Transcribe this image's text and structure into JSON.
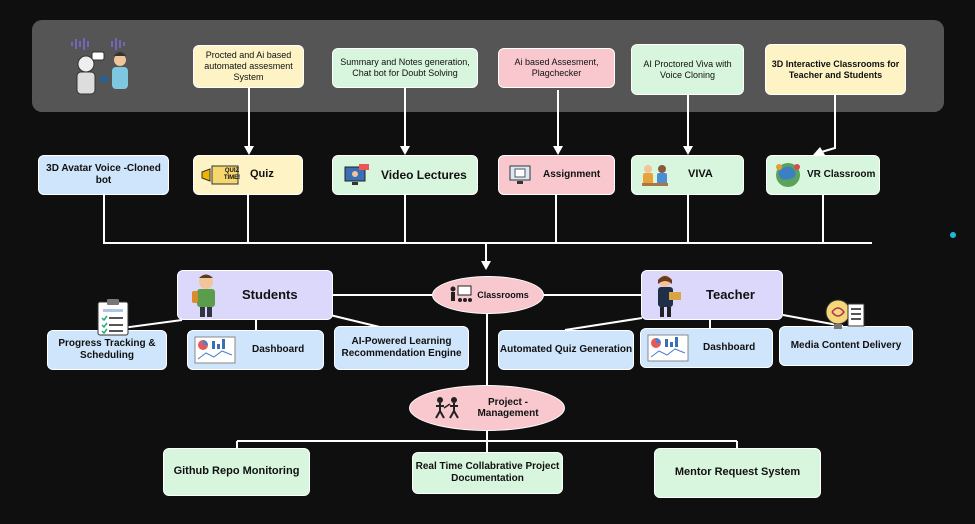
{
  "top_notes": {
    "quiz": "Procted and Ai based automated assesment System",
    "video": "Summary and Notes generation, Chat bot for Doubt Solving",
    "assignment": "Ai based Assesment, Plagchecker",
    "viva": "AI Proctored Viva with Voice Cloning",
    "vr": "3D Interactive Classrooms for Teacher and Students"
  },
  "features": {
    "avatar": "3D Avatar Voice -Cloned bot",
    "quiz": "Quiz",
    "quiz_icon_text": "QUIZ TIME!",
    "video": "Video Lectures",
    "assignment": "Assignment",
    "viva": "VIVA",
    "vr": "VR Classroom"
  },
  "hub": {
    "classrooms": "Classrooms",
    "students": "Students",
    "teacher": "Teacher",
    "project": "Project - Management"
  },
  "student_items": {
    "progress": "Progress Tracking & Scheduling",
    "dashboard": "Dashboard",
    "ai_engine": "AI-Powered Learning Recommendation Engine"
  },
  "teacher_items": {
    "quiz_gen": "Automated Quiz Generation",
    "dashboard": "Dashboard",
    "media": "Media Content Delivery"
  },
  "project_items": {
    "github": "Github Repo Monitoring",
    "docs": "Real Time Collabrative Project Documentation",
    "mentor": "Mentor Request System"
  },
  "colors": {
    "yellow": "#fdf3c4",
    "green": "#d8f5dd",
    "pink": "#f8c8ce",
    "blue": "#cfe5fb",
    "lavender": "#dcd8fb",
    "background": "#0f0f10",
    "band": "#555555"
  }
}
